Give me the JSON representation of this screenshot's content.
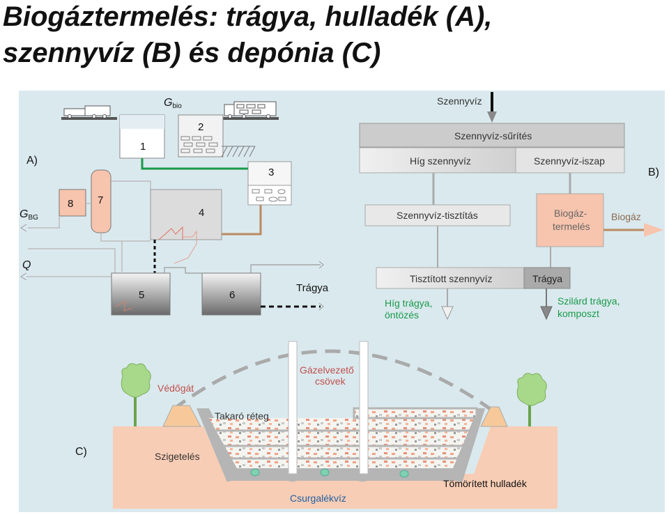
{
  "title": {
    "line1": "Biogáztermelés: trágya, hulladék (A),",
    "line2": "szennyvíz (B) és depónia (C)"
  },
  "labels": {
    "section_a": "A)",
    "section_b": "B)",
    "section_c": "C)",
    "g_bio_main": "G",
    "g_bio_sub": "bio",
    "g_bg_main": "G",
    "g_bg_sub": "BG",
    "q": "Q",
    "box1": "1",
    "box2": "2",
    "box3": "3",
    "box4": "4",
    "box5": "5",
    "box6": "6",
    "box7": "7",
    "box8": "8",
    "tragya_out": "Trágya"
  },
  "wastewater": {
    "input": "Szennyvíz",
    "thickening": "Szennyvíz-sűrítés",
    "thin": "Híg szennyvíz",
    "sludge": "Szennyvíz-iszap",
    "treatment": "Szennyvíz-tisztítás",
    "biogas_prod_line1": "Biogáz-",
    "biogas_prod_line2": "termelés",
    "biogas": "Biogáz",
    "treated": "Tisztított szennyvíz",
    "manure": "Trágya",
    "liquid_manure_line1": "Híg trágya,",
    "liquid_manure_line2": "öntözés",
    "solid_manure_line1": "Szilárd trágya,",
    "solid_manure_line2": "komposzt"
  },
  "landfill": {
    "embankment": "Védőgát",
    "gas_pipes_line1": "Gázelvezető",
    "gas_pipes_line2": "csövek",
    "cover_layer": "Takaró réteg",
    "insulation": "Szigetelés",
    "compacted_waste": "Tömörített hulladék",
    "drain_pipe": "Csurgalékvíz"
  },
  "colors": {
    "panel_bg": "#dae9ee",
    "salmon": "#f7c4ad",
    "soil": "#f8cdb5",
    "gray_box": "#d9d9d9",
    "green_text": "#1a9a4a",
    "green_line": "#1a9a4a",
    "brown_line": "#b98a60",
    "red_text": "#c0504d",
    "blue_text": "#1f5fa0"
  }
}
